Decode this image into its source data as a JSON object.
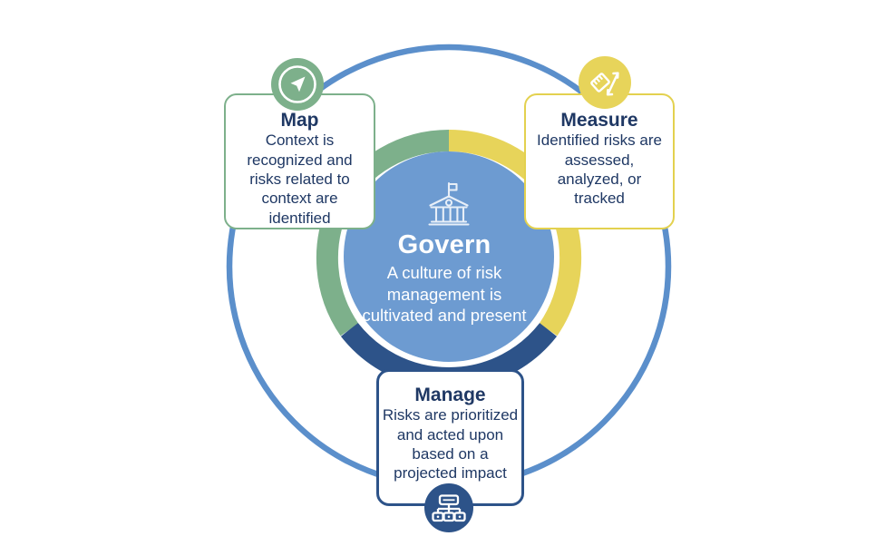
{
  "diagram": {
    "type": "cycle-framework",
    "title_hidden": "NIST AI Risk Management Framework Core Functions",
    "center": {
      "name": "Govern",
      "title": "Govern",
      "description": "A culture of risk management is cultivated and present",
      "icon": "government-building-icon",
      "fill_color": "#6d9bd1",
      "text_color": "#ffffff"
    },
    "ring_segments": [
      {
        "name": "map-segment",
        "color": "#7db08b",
        "start_deg": 210,
        "end_deg": 360
      },
      {
        "name": "measure-segment",
        "color": "#e7d45a",
        "start_deg": 0,
        "end_deg": 150
      },
      {
        "name": "manage-segment",
        "color": "#2d5389",
        "start_deg": 150,
        "end_deg": 210
      }
    ],
    "outer_circle": {
      "name": "connector-circle",
      "color": "#5b8fcb",
      "stroke_width": 6
    },
    "nodes": [
      {
        "key": "map",
        "title": "Map",
        "description": "Context is recognized and risks related to context are identified",
        "icon": "navigation-compass-icon",
        "accent_color": "#7db08b",
        "text_color": "#1f3864"
      },
      {
        "key": "measure",
        "title": "Measure",
        "description": "Identified risks are assessed, analyzed, or tracked",
        "icon": "ruler-arrow-icon",
        "accent_color": "#e3d14f",
        "text_color": "#1f3864"
      },
      {
        "key": "manage",
        "title": "Manage",
        "description": "Risks are prioritized and acted upon based on a projected impact",
        "icon": "org-chart-hierarchy-icon",
        "accent_color": "#2d5389",
        "text_color": "#1f3864"
      }
    ]
  }
}
